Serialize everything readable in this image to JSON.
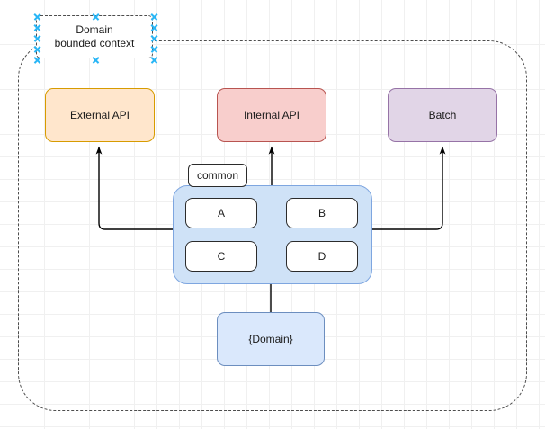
{
  "diagram": {
    "bounded_context": {
      "label": "Domain\nbounded context",
      "label_line1": "Domain",
      "label_line2": "bounded context",
      "border_color": "#4d4d4d",
      "selected": true,
      "selection_handle_color": "#29b6f6"
    },
    "nodes": [
      {
        "id": "external-api",
        "label": "External API",
        "fill": "#ffe6cc",
        "stroke": "#d79b00"
      },
      {
        "id": "internal-api",
        "label": "Internal API",
        "fill": "#f8cecc",
        "stroke": "#b85450"
      },
      {
        "id": "batch",
        "label": "Batch",
        "fill": "#e1d5e7",
        "stroke": "#9673a6"
      },
      {
        "id": "domain",
        "label": "{Domain}",
        "fill": "#dae8fc",
        "stroke": "#6c8ebf"
      }
    ],
    "cluster": {
      "label": "common",
      "fill": "#cfe2f7",
      "stroke": "#7ea6e0",
      "children": [
        {
          "id": "node-a",
          "label": "A",
          "fill": "#ffffff",
          "stroke": "#2b2b2b"
        },
        {
          "id": "node-b",
          "label": "B",
          "fill": "#ffffff",
          "stroke": "#2b2b2b"
        },
        {
          "id": "node-c",
          "label": "C",
          "fill": "#ffffff",
          "stroke": "#2b2b2b"
        },
        {
          "id": "node-d",
          "label": "D",
          "fill": "#ffffff",
          "stroke": "#2b2b2b"
        }
      ]
    },
    "edges": [
      {
        "from": "cluster",
        "to": "external-api",
        "arrow": true
      },
      {
        "from": "cluster",
        "to": "internal-api",
        "arrow": true
      },
      {
        "from": "cluster",
        "to": "batch",
        "arrow": true
      },
      {
        "from": "domain",
        "to": "cluster",
        "arrow": false
      },
      {
        "from": "node-a",
        "to": "node-b",
        "arrow": true
      },
      {
        "from": "node-a",
        "to": "node-d",
        "arrow": true
      },
      {
        "from": "node-b",
        "to": "node-c",
        "arrow": true
      },
      {
        "from": "node-b",
        "to": "node-d",
        "arrow": true
      },
      {
        "from": "node-d",
        "to": "node-c",
        "arrow": true
      },
      {
        "from": "node-c",
        "to": "node-a",
        "arrow": true
      }
    ],
    "canvas": {
      "background": "#ffffff",
      "grid_color": "#f0f0f0",
      "grid_size": 25
    }
  }
}
